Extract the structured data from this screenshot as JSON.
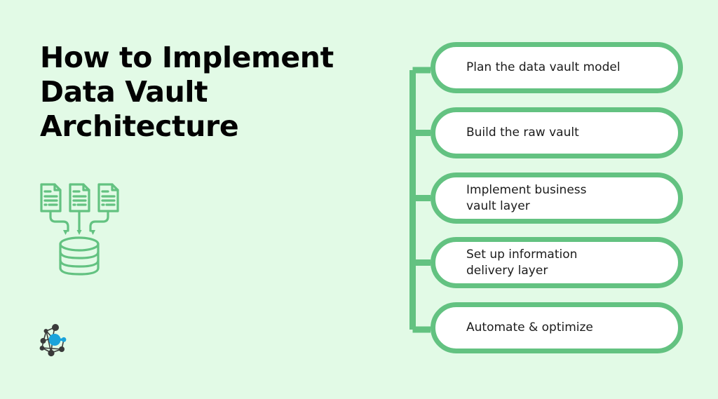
{
  "page": {
    "background_color": "#E2FAE6",
    "accent_green": "#63C281",
    "box_fill": "#FFFFFF",
    "title_color": "#020202",
    "step_text_color": "#1B1B1B",
    "logo_accent_blue": "#19A3DB",
    "logo_node_color": "#3A3A3A"
  },
  "title": {
    "text": "How to Implement\nData Vault\nArchitecture",
    "line_1": "How to Implement",
    "line_2": "Data Vault",
    "line_3": "Architecture"
  },
  "illustration": {
    "name": "documents-to-database",
    "description": "Three document icons with arrows flowing down into a database cylinder",
    "document_count": 3,
    "database_bands": 3,
    "color": "#63C281"
  },
  "logo": {
    "name": "network-nodes-logo",
    "description": "Network graph logo with dark nodes and a blue central node",
    "node_color": "#3A3A3A",
    "accent_color": "#19A3DB"
  },
  "flowchart": {
    "type": "vertical-bracket-list",
    "connector_color": "#63C281",
    "steps": [
      {
        "index": 1,
        "label": "Plan the data vault model"
      },
      {
        "index": 2,
        "label": "Build the raw vault"
      },
      {
        "index": 3,
        "label": "Implement business\nvault layer"
      },
      {
        "index": 4,
        "label": "Set up information\ndelivery layer"
      },
      {
        "index": 5,
        "label": "Automate & optimize"
      }
    ]
  }
}
